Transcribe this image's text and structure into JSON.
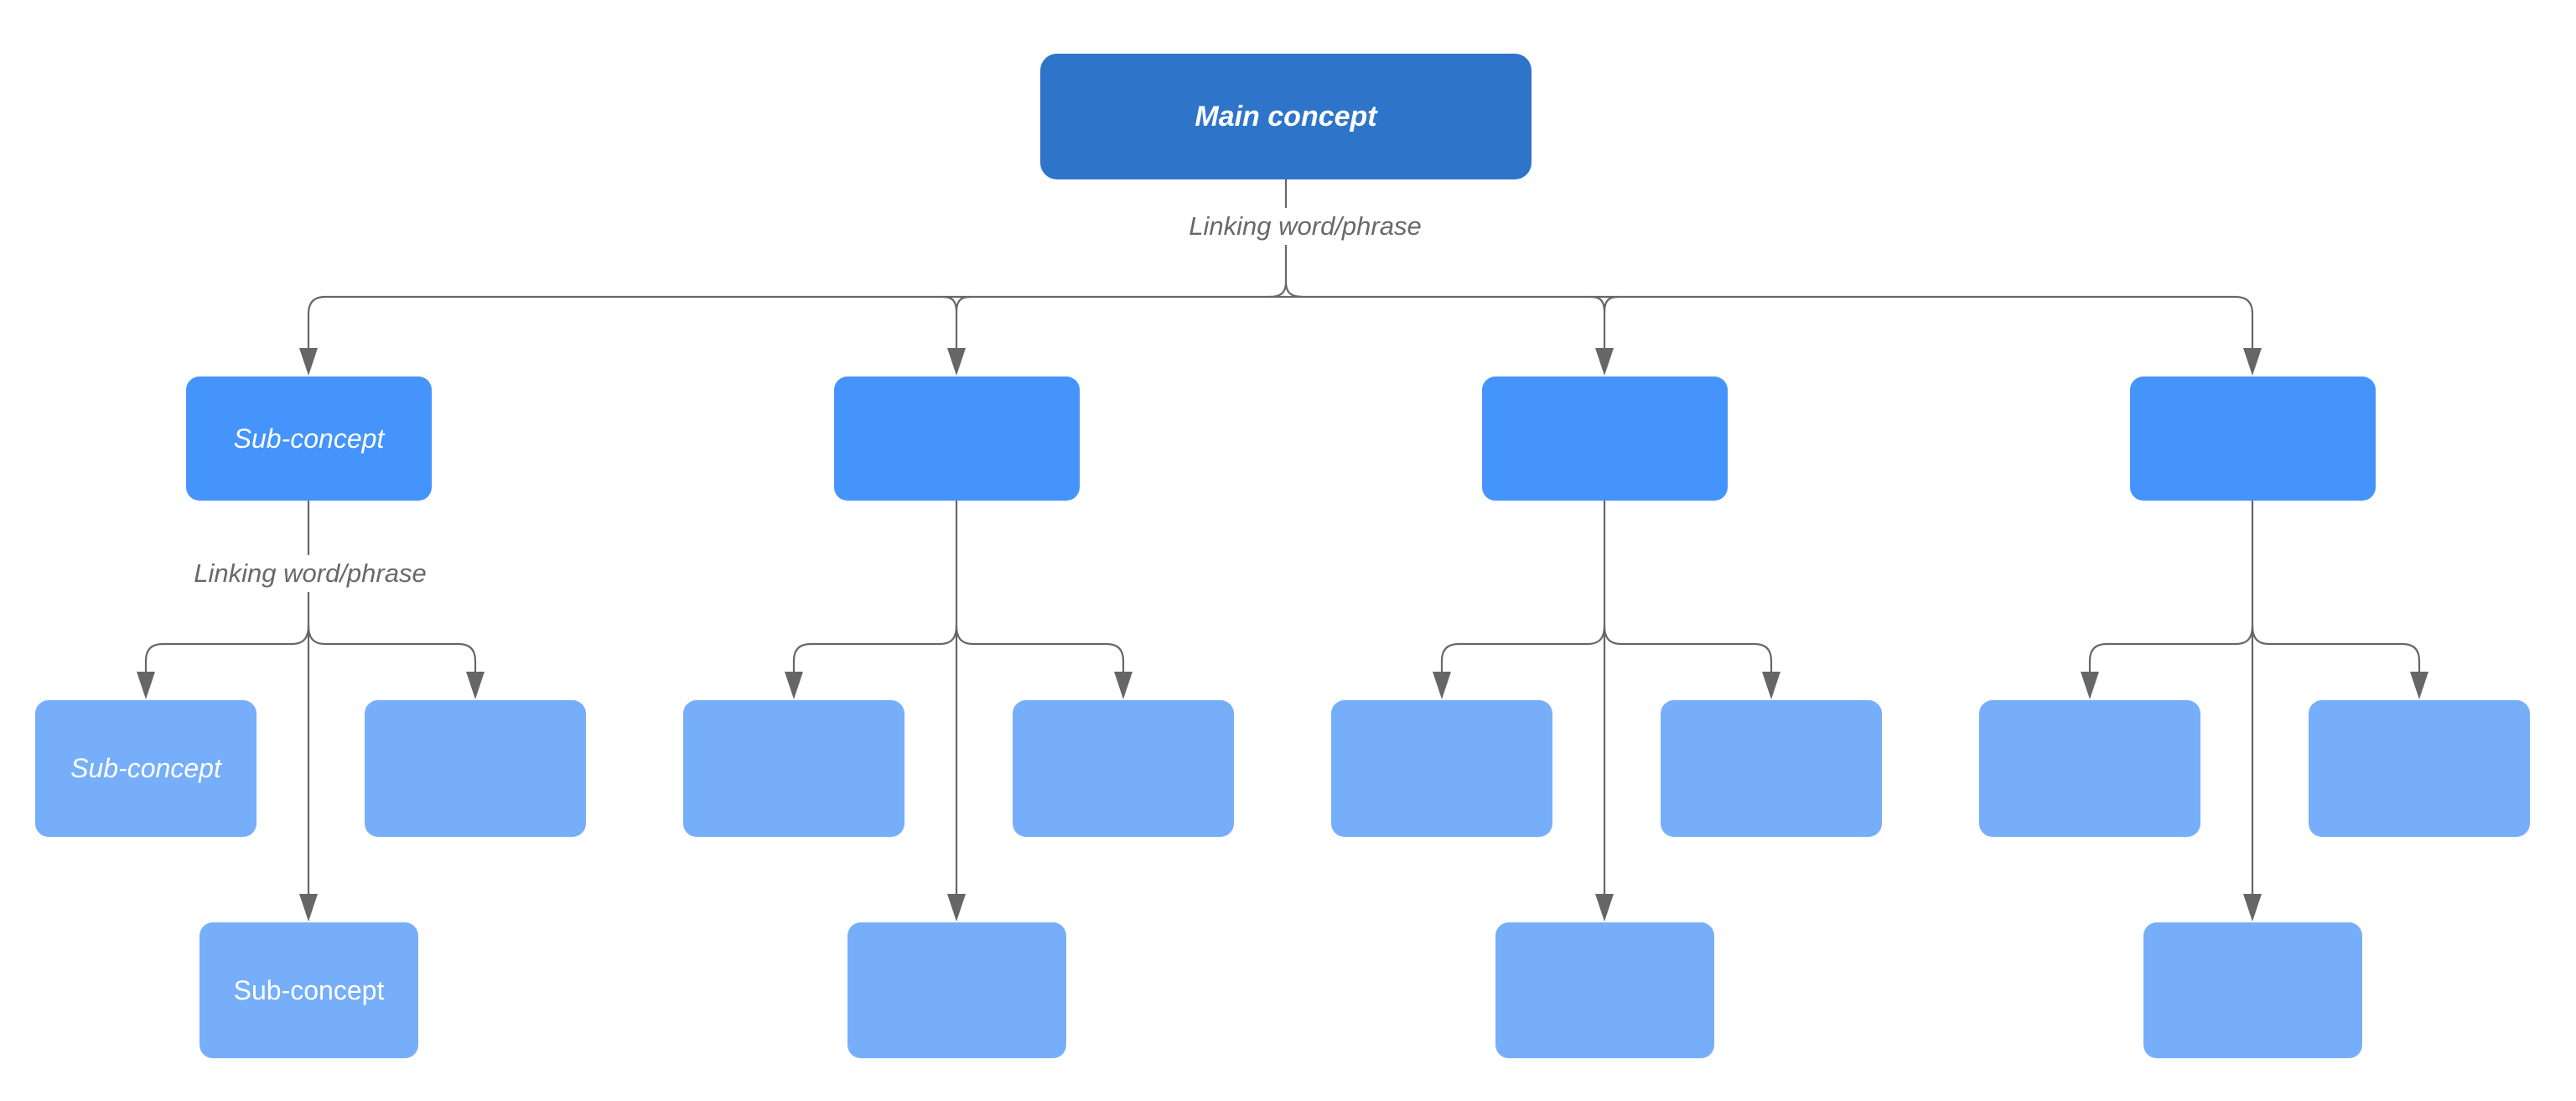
{
  "diagram": {
    "main": {
      "label": "Main concept"
    },
    "linking_label_top": "Linking word/phrase",
    "linking_label_group1": "Linking word/phrase",
    "sub_concepts": [
      {
        "label": "Sub-concept"
      },
      {
        "label": ""
      },
      {
        "label": ""
      },
      {
        "label": ""
      }
    ],
    "leaves": [
      {
        "label": "Sub-concept"
      },
      {
        "label": ""
      },
      {
        "label": ""
      },
      {
        "label": ""
      },
      {
        "label": ""
      },
      {
        "label": ""
      },
      {
        "label": ""
      },
      {
        "label": ""
      }
    ],
    "bottoms": [
      {
        "label": "Sub-concept"
      },
      {
        "label": ""
      },
      {
        "label": ""
      },
      {
        "label": ""
      }
    ]
  },
  "colors": {
    "main_fill": "#2E74C8",
    "sub_fill": "#4494FB",
    "leaf_fill": "#76AEF9",
    "line": "#666666",
    "label_text": "#686868",
    "box_text": "#ffffff",
    "canvas_bg": "#ffffff"
  }
}
